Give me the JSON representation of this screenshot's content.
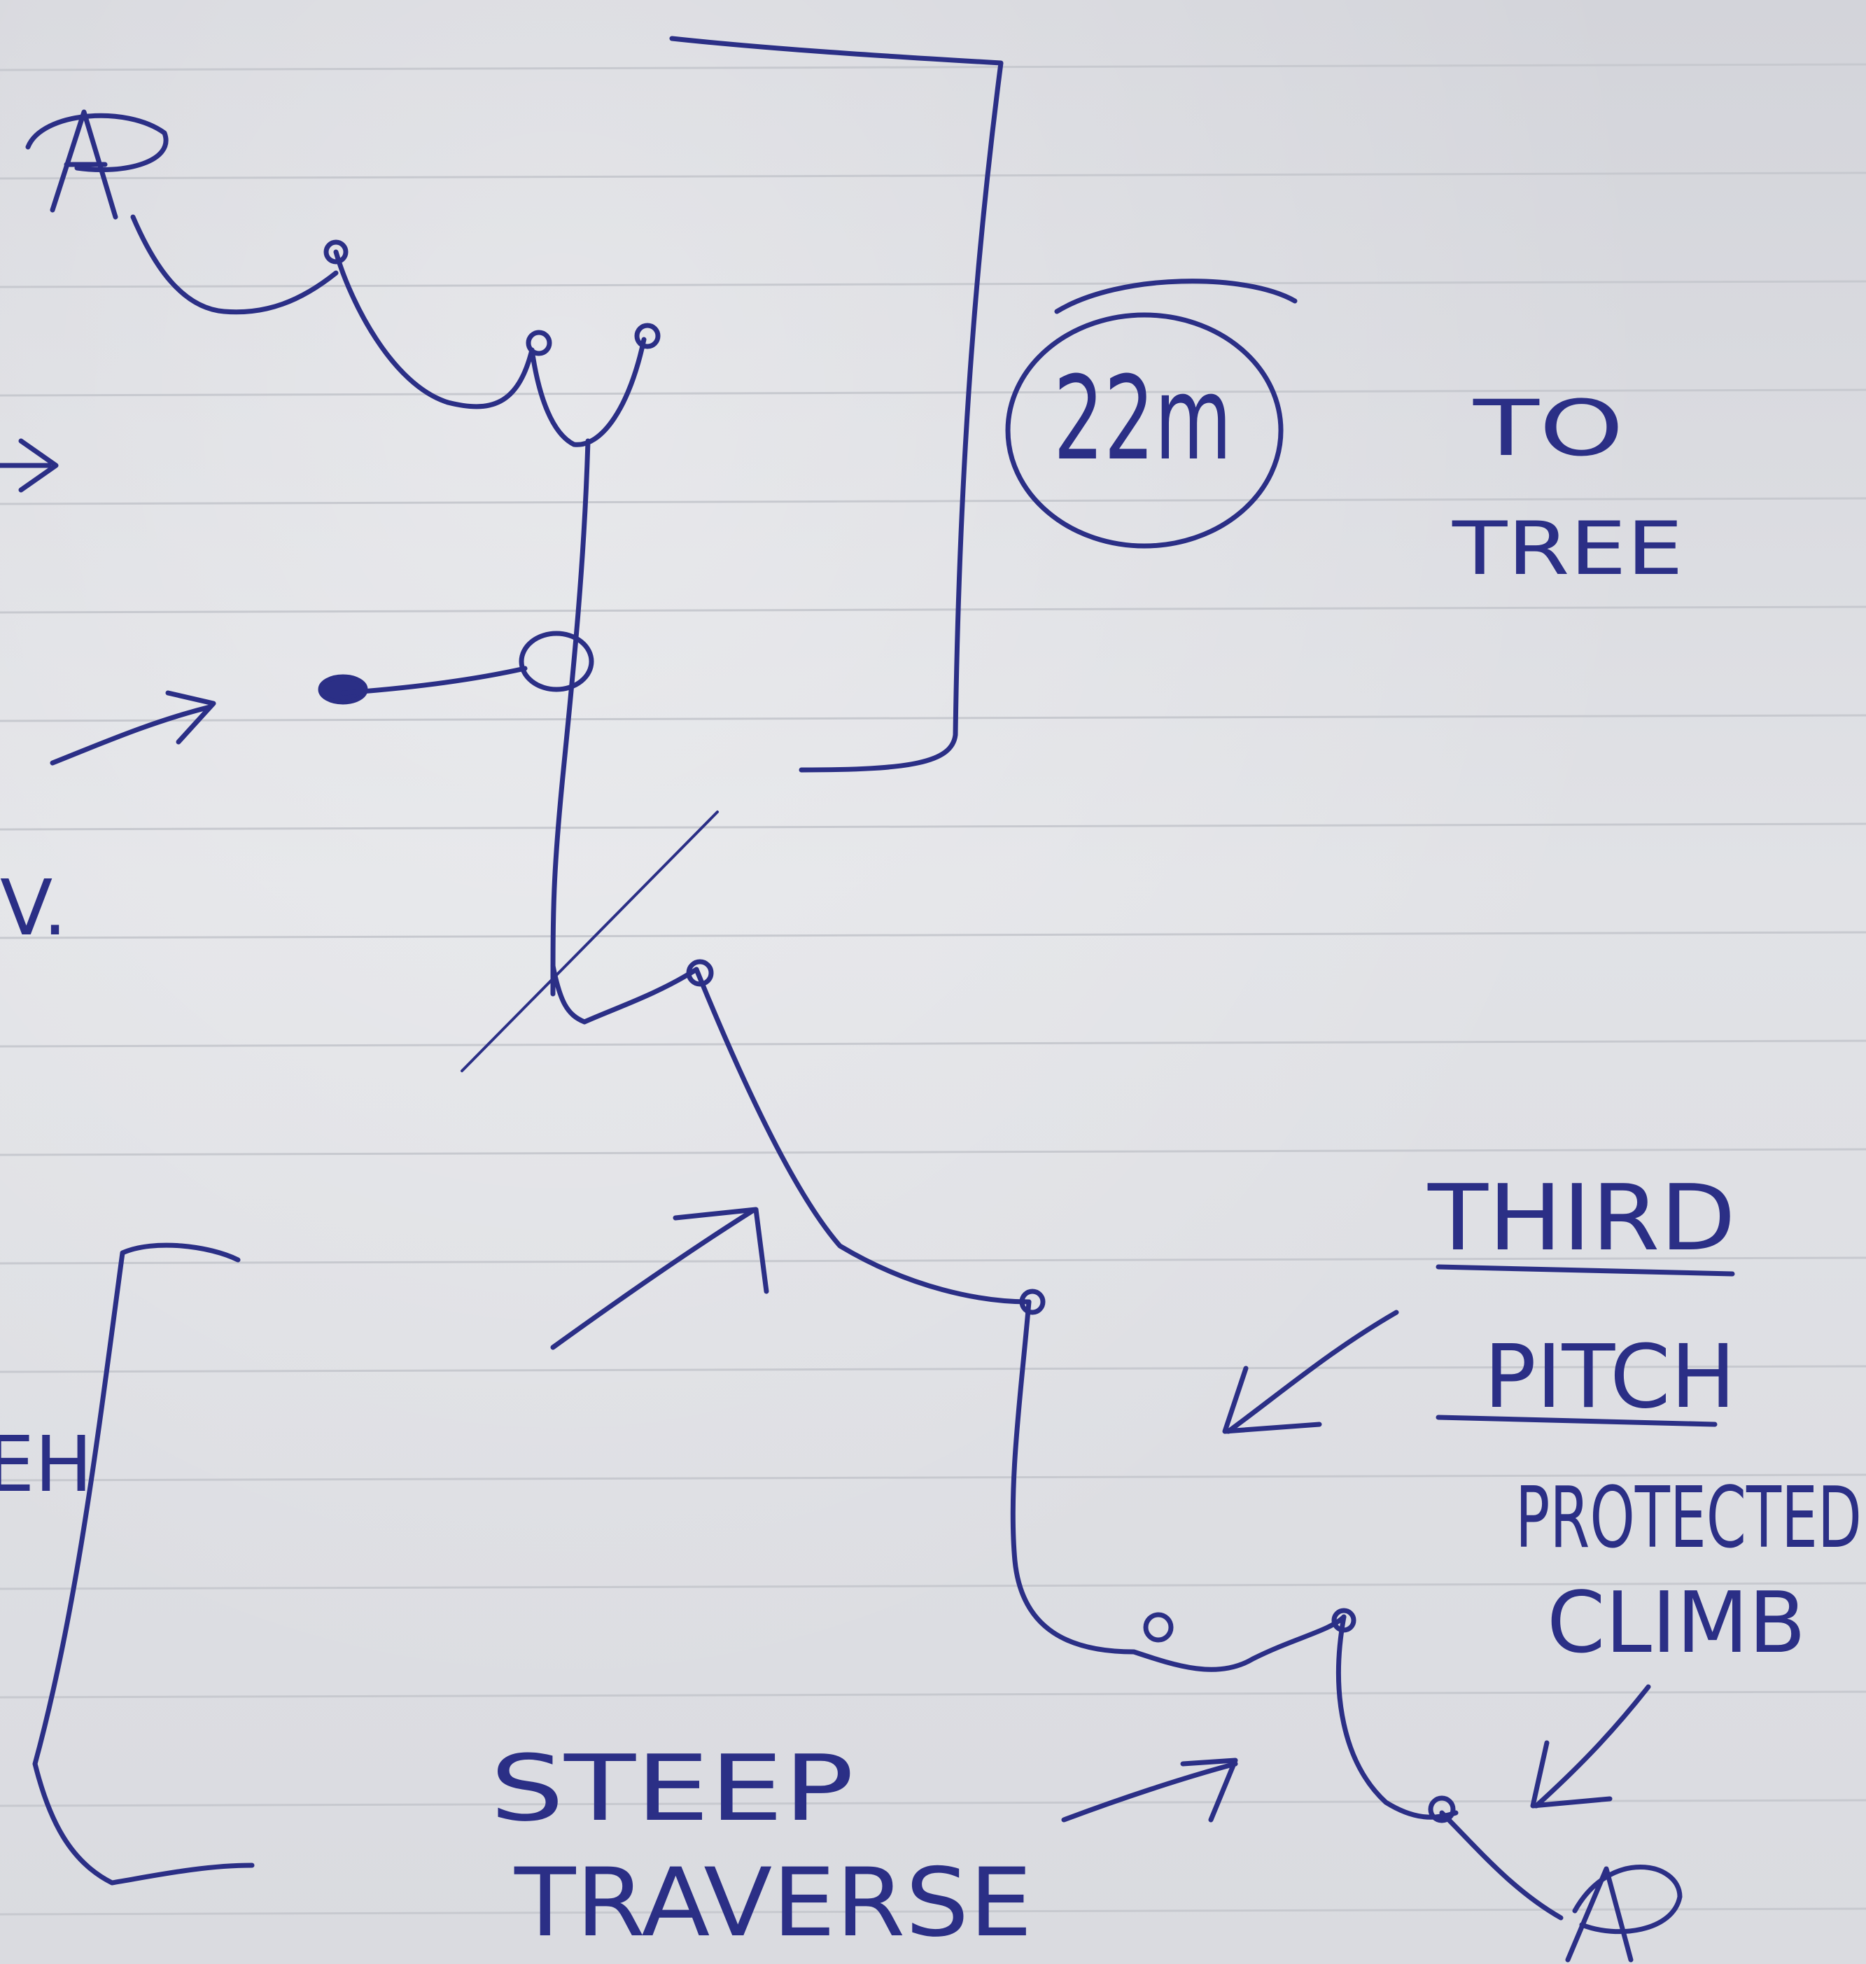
{
  "notes": {
    "top_left_mark": "A",
    "length_label": "22m",
    "to_word": "TO",
    "to_target": "TREE",
    "pitch_line1": "THIRD",
    "pitch_line2": "PITCH",
    "protected_line1": "PROTECTED",
    "protected_line2": "CLIMB",
    "steep_line1": "STEEP",
    "steep_line2": "TRAVERSE",
    "bottom_right_mark": "A",
    "left_edge_fragment_1": "V.",
    "left_edge_fragment_2": "EH"
  },
  "colors": {
    "ink": "#2b2f86",
    "paper": "#dcdde2",
    "rule_lines": "#c7c9cf"
  }
}
